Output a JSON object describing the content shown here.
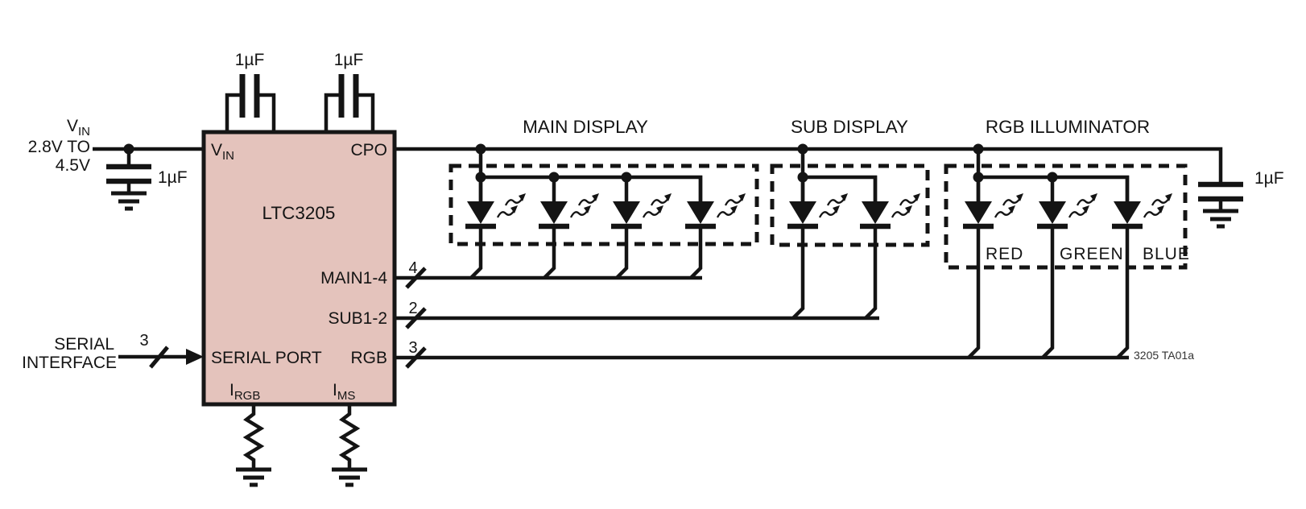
{
  "colors": {
    "line": "#141414",
    "chip_fill": "#e4c3bc",
    "chip_stroke": "#161616",
    "figure_id_text": "#333333",
    "background": "#ffffff"
  },
  "source": {
    "vin_main": "V",
    "vin_sub": "IN",
    "range_line1": "2.8V TO",
    "range_line2": "4.5V",
    "cap_label": "1µF"
  },
  "flying_caps": {
    "cap1_label": "1µF",
    "cap2_label": "1µF"
  },
  "chip": {
    "name": "LTC3205",
    "pin_vin_main": "V",
    "pin_vin_sub": "IN",
    "pin_cpo": "CPO",
    "pin_main": "MAIN1-4",
    "pin_sub": "SUB1-2",
    "pin_rgb": "RGB",
    "pin_serial_port": "SERIAL PORT",
    "pin_irgb_main": "I",
    "pin_irgb_sub": "RGB",
    "pin_ims_main": "I",
    "pin_ims_sub": "MS"
  },
  "serial": {
    "line1": "SERIAL",
    "line2": "INTERFACE",
    "bus_width": "3"
  },
  "buses": {
    "main_width": "4",
    "sub_width": "2",
    "rgb_width": "3"
  },
  "groups": {
    "main_label": "MAIN DISPLAY",
    "sub_label": "SUB DISPLAY",
    "rgb_label": "RGB ILLUMINATOR",
    "led_labels": [
      "RED",
      "GREEN",
      "BLUE"
    ]
  },
  "output_cap_label": "1µF",
  "figure_id": "3205 TA01a"
}
